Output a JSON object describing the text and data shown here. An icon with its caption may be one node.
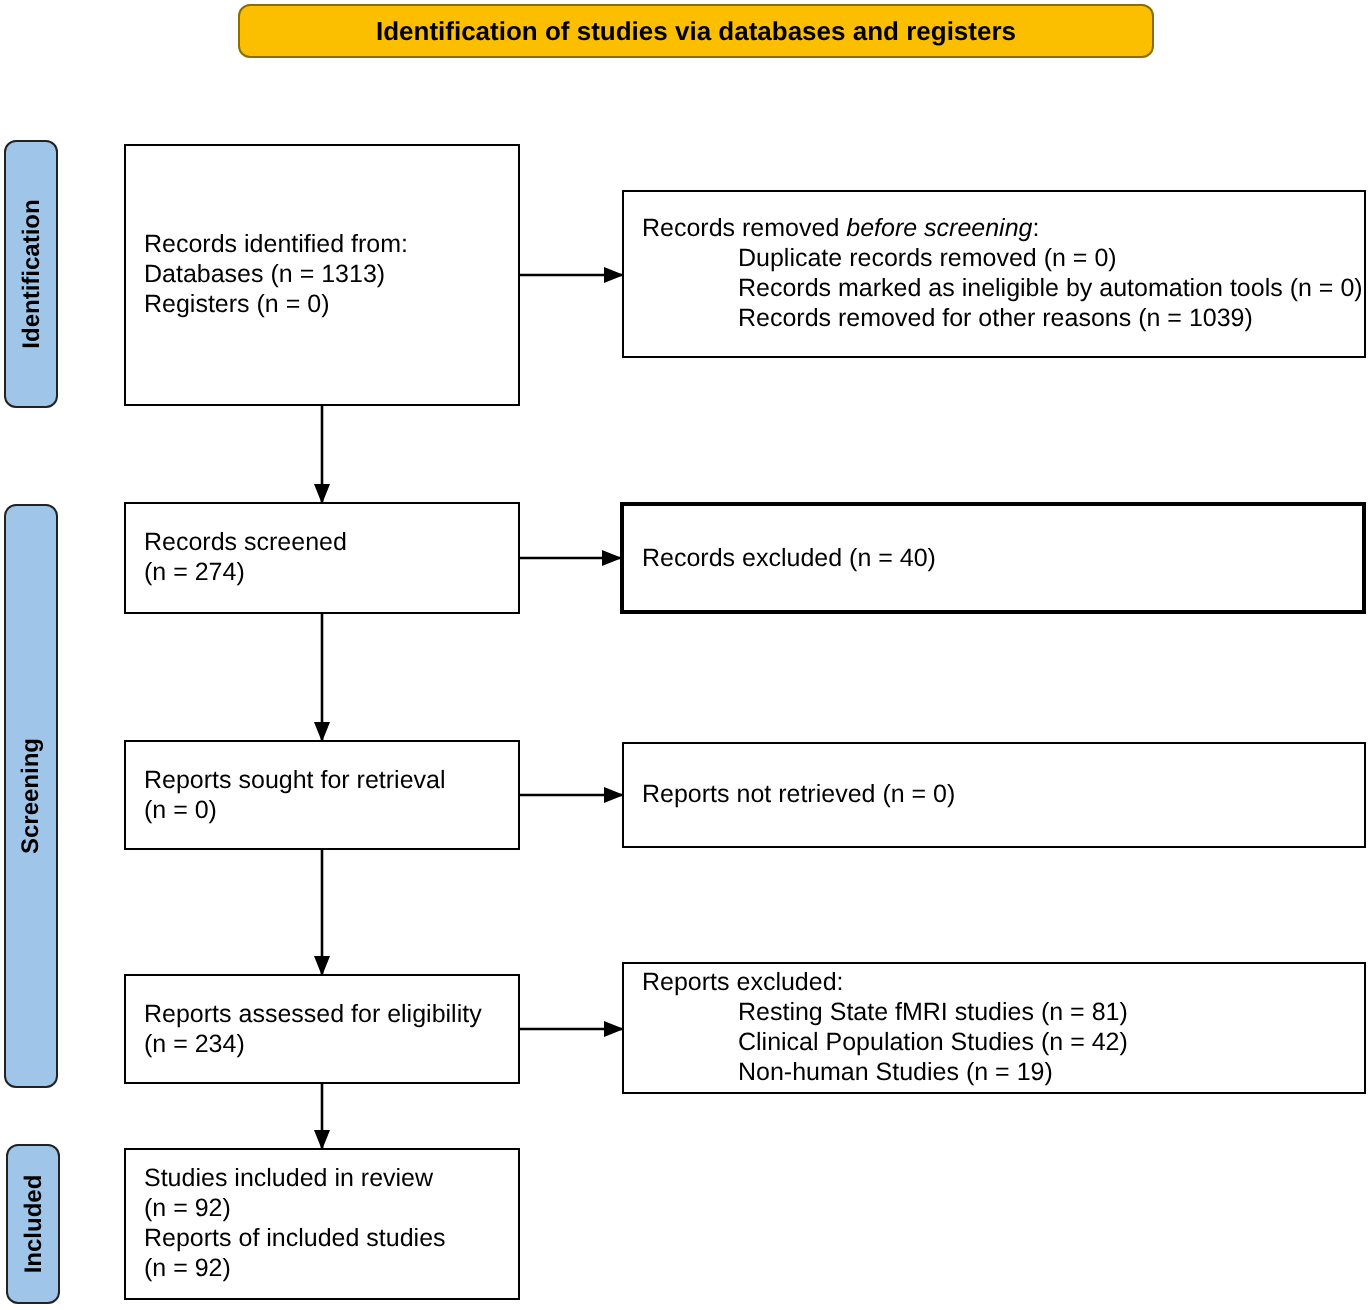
{
  "diagram": {
    "nodes": [
      {
        "text": [
          "Identification of studies via databases and registers"
        ]
      },
      {
        "text": [
          "Identification"
        ]
      },
      {
        "text": [
          "Records identified from:",
          "Databases (n = 1313)",
          "Registers (n = 0)"
        ]
      },
      {
        "text": [
          "Records removed *before screening*:",
          "Duplicate records removed (n = 0)",
          "Records marked as ineligible by automation tools (n = 0)",
          "Records removed for other reasons (n = 1039)"
        ]
      },
      {
        "text": [
          "Screening"
        ]
      },
      {
        "text": [
          "Records screened",
          "(n = 274)"
        ]
      },
      {
        "text": [
          "Records excluded (n = 40)"
        ]
      },
      {
        "text": [
          "Reports sought for retrieval",
          "(n = 0)"
        ]
      },
      {
        "text": [
          "Reports not retrieved (n = 0)"
        ]
      },
      {
        "text": [
          "Reports assessed for eligibility",
          "(n = 234)"
        ]
      },
      {
        "text": [
          "Reports excluded:",
          "Resting State fMRI studies (n = 81)",
          "Clinical Population Studies (n = 42)",
          "Non-human Studies (n = 19)"
        ]
      },
      {
        "text": [
          "Included"
        ]
      },
      {
        "text": [
          "Studies included in review",
          "(n = 92)",
          "Reports of included studies",
          "(n = 92)"
        ]
      }
    ],
    "edges": [
      {
        "from": 2,
        "to": 3,
        "arrow": "to"
      },
      {
        "from": 2,
        "to": 5,
        "arrow": "to"
      },
      {
        "from": 5,
        "to": 6,
        "arrow": "to"
      },
      {
        "from": 5,
        "to": 7,
        "arrow": "to"
      },
      {
        "from": 7,
        "to": 8,
        "arrow": "to"
      },
      {
        "from": 7,
        "to": 9,
        "arrow": "to"
      },
      {
        "from": 9,
        "to": 10,
        "arrow": "to"
      },
      {
        "from": 9,
        "to": 12,
        "arrow": "to"
      }
    ]
  }
}
